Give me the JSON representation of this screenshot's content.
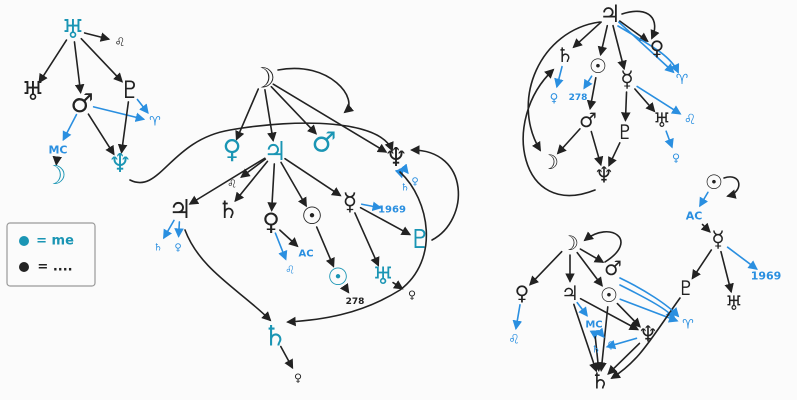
{
  "colors": {
    "ink": "#222222",
    "me": "#1a95b4",
    "blue": "#2a8fe0"
  },
  "legend": {
    "me_label": "= me",
    "other_label": "= ....",
    "me_color": "#1a95b4",
    "other_color": "#222222"
  },
  "nodes": [
    {
      "id": "a1",
      "glyph": "♅",
      "color": "me",
      "size": 26
    },
    {
      "id": "a2",
      "glyph": "♌",
      "color": "ink",
      "size": 12
    },
    {
      "id": "a3",
      "glyph": "♅",
      "color": "ink",
      "size": 26
    },
    {
      "id": "a4",
      "glyph": "♂",
      "color": "ink",
      "size": 26
    },
    {
      "id": "a5",
      "glyph": "♇",
      "color": "ink",
      "size": 24
    },
    {
      "id": "a6",
      "glyph": "MC",
      "color": "blue",
      "size": 11,
      "kind": "label"
    },
    {
      "id": "a7",
      "glyph": "☽",
      "color": "me",
      "size": 26
    },
    {
      "id": "a8",
      "glyph": "♆",
      "color": "me",
      "size": 26
    },
    {
      "id": "a9",
      "glyph": "♈",
      "color": "blue",
      "size": 13
    },
    {
      "id": "b1",
      "glyph": "☽",
      "color": "ink",
      "size": 28
    },
    {
      "id": "b2",
      "glyph": "♀",
      "color": "me",
      "size": 26
    },
    {
      "id": "b3",
      "glyph": "♃",
      "color": "me",
      "size": 26
    },
    {
      "id": "b4",
      "glyph": "♂",
      "color": "me",
      "size": 28
    },
    {
      "id": "b5",
      "glyph": "♆",
      "color": "ink",
      "size": 26
    },
    {
      "id": "b6",
      "glyph": "♌",
      "color": "ink",
      "size": 11
    },
    {
      "id": "b7",
      "glyph": "♃",
      "color": "ink",
      "size": 26
    },
    {
      "id": "b8",
      "glyph": "♄",
      "color": "ink",
      "size": 24
    },
    {
      "id": "b9",
      "glyph": "♀",
      "color": "ink",
      "size": 24
    },
    {
      "id": "b10",
      "glyph": "☉",
      "color": "ink",
      "size": 24
    },
    {
      "id": "b11",
      "glyph": "☿",
      "color": "ink",
      "size": 24
    },
    {
      "id": "b12",
      "glyph": "1969",
      "color": "blue",
      "size": 10,
      "kind": "label"
    },
    {
      "id": "b13",
      "glyph": "♄",
      "color": "blue",
      "size": 10
    },
    {
      "id": "b14",
      "glyph": "♀",
      "color": "blue",
      "size": 10
    },
    {
      "id": "b15",
      "glyph": "♄",
      "color": "blue",
      "size": 10
    },
    {
      "id": "b16",
      "glyph": "♀",
      "color": "blue",
      "size": 10
    },
    {
      "id": "b17",
      "glyph": "♌",
      "color": "blue",
      "size": 11
    },
    {
      "id": "b18",
      "glyph": "AC",
      "color": "blue",
      "size": 10,
      "kind": "label"
    },
    {
      "id": "b19",
      "glyph": "♇",
      "color": "me",
      "size": 26
    },
    {
      "id": "b20",
      "glyph": "☉",
      "color": "me",
      "size": 24
    },
    {
      "id": "b21",
      "glyph": "♅",
      "color": "me",
      "size": 24
    },
    {
      "id": "b22",
      "glyph": "278",
      "color": "ink",
      "size": 9,
      "kind": "label"
    },
    {
      "id": "b23",
      "glyph": "♀",
      "color": "ink",
      "size": 11
    },
    {
      "id": "b24",
      "glyph": "♄",
      "color": "me",
      "size": 28
    },
    {
      "id": "b25",
      "glyph": "♀",
      "color": "ink",
      "size": 11
    },
    {
      "id": "c1",
      "glyph": "♃",
      "color": "ink",
      "size": 24
    },
    {
      "id": "c2",
      "glyph": "♄",
      "color": "ink",
      "size": 20
    },
    {
      "id": "c3",
      "glyph": "☉",
      "color": "ink",
      "size": 20
    },
    {
      "id": "c4",
      "glyph": "☿",
      "color": "ink",
      "size": 22
    },
    {
      "id": "c5",
      "glyph": "♀",
      "color": "ink",
      "size": 20
    },
    {
      "id": "c6",
      "glyph": "♀",
      "color": "blue",
      "size": 12
    },
    {
      "id": "c7",
      "glyph": "278",
      "color": "blue",
      "size": 9,
      "kind": "label"
    },
    {
      "id": "c8",
      "glyph": "♈",
      "color": "blue",
      "size": 14
    },
    {
      "id": "c9",
      "glyph": "♂",
      "color": "ink",
      "size": 20
    },
    {
      "id": "c10",
      "glyph": "♇",
      "color": "ink",
      "size": 20
    },
    {
      "id": "c11",
      "glyph": "♅",
      "color": "ink",
      "size": 20
    },
    {
      "id": "c12",
      "glyph": "♌",
      "color": "blue",
      "size": 14
    },
    {
      "id": "c13",
      "glyph": "☽",
      "color": "ink",
      "size": 20
    },
    {
      "id": "c14",
      "glyph": "♆",
      "color": "ink",
      "size": 22
    },
    {
      "id": "c15",
      "glyph": "♀",
      "color": "blue",
      "size": 11
    },
    {
      "id": "d1",
      "glyph": "☉",
      "color": "ink",
      "size": 20
    },
    {
      "id": "d2",
      "glyph": "AC",
      "color": "blue",
      "size": 11,
      "kind": "label"
    },
    {
      "id": "d3",
      "glyph": "☿",
      "color": "ink",
      "size": 22
    },
    {
      "id": "d4",
      "glyph": "1969",
      "color": "blue",
      "size": 11,
      "kind": "label"
    },
    {
      "id": "d5",
      "glyph": "♅",
      "color": "ink",
      "size": 20
    },
    {
      "id": "d6",
      "glyph": "♇",
      "color": "ink",
      "size": 20
    },
    {
      "id": "e1",
      "glyph": "☽",
      "color": "ink",
      "size": 20
    },
    {
      "id": "e2",
      "glyph": "♂",
      "color": "ink",
      "size": 20
    },
    {
      "id": "e3",
      "glyph": "♀",
      "color": "ink",
      "size": 20
    },
    {
      "id": "e4",
      "glyph": "♃",
      "color": "ink",
      "size": 20
    },
    {
      "id": "e5",
      "glyph": "☉",
      "color": "ink",
      "size": 20
    },
    {
      "id": "e6",
      "glyph": "MC",
      "color": "blue",
      "size": 10,
      "kind": "label"
    },
    {
      "id": "e7",
      "glyph": "♈",
      "color": "blue",
      "size": 13
    },
    {
      "id": "e8",
      "glyph": "♌",
      "color": "blue",
      "size": 13
    },
    {
      "id": "e9",
      "glyph": "♆",
      "color": "ink",
      "size": 22
    },
    {
      "id": "e10",
      "glyph": "♄",
      "color": "blue",
      "size": 10
    },
    {
      "id": "e11",
      "glyph": "♀",
      "color": "blue",
      "size": 10
    },
    {
      "id": "e12",
      "glyph": "♄",
      "color": "ink",
      "size": 22
    }
  ],
  "edges": [
    [
      "a1",
      "a2",
      "ink"
    ],
    [
      "a1",
      "a3",
      "ink"
    ],
    [
      "a1",
      "a4",
      "ink"
    ],
    [
      "a1",
      "a5",
      "ink"
    ],
    [
      "a4",
      "a6",
      "blue"
    ],
    [
      "a6",
      "a7",
      "ink"
    ],
    [
      "a4",
      "a8",
      "ink"
    ],
    [
      "a4",
      "a9",
      "blue"
    ],
    [
      "a5",
      "a8",
      "ink"
    ],
    [
      "a5",
      "a9",
      "blue"
    ],
    [
      "b1",
      "b2",
      "ink"
    ],
    [
      "b1",
      "b3",
      "ink"
    ],
    [
      "b1",
      "b4",
      "ink"
    ],
    [
      "b1",
      "b5",
      "ink"
    ],
    [
      "b3",
      "b6",
      "ink"
    ],
    [
      "b3",
      "b7",
      "ink"
    ],
    [
      "b3",
      "b8",
      "ink"
    ],
    [
      "b3",
      "b9",
      "ink"
    ],
    [
      "b3",
      "b10",
      "ink"
    ],
    [
      "b3",
      "b11",
      "ink"
    ],
    [
      "b7",
      "b13",
      "blue"
    ],
    [
      "b7",
      "b14",
      "blue"
    ],
    [
      "b5",
      "b15",
      "blue"
    ],
    [
      "b5",
      "b16",
      "blue"
    ],
    [
      "b11",
      "b12",
      "blue"
    ],
    [
      "b11",
      "b19",
      "ink"
    ],
    [
      "b11",
      "b21",
      "ink"
    ],
    [
      "b9",
      "b17",
      "blue"
    ],
    [
      "b9",
      "b18",
      "ink"
    ],
    [
      "b10",
      "b20",
      "ink"
    ],
    [
      "b20",
      "b22",
      "ink"
    ],
    [
      "b21",
      "b23",
      "ink"
    ],
    [
      "b24",
      "b25",
      "ink"
    ],
    [
      "c1",
      "c2",
      "ink"
    ],
    [
      "c1",
      "c3",
      "ink"
    ],
    [
      "c1",
      "c4",
      "ink"
    ],
    [
      "c1",
      "c5",
      "ink"
    ],
    [
      "c1",
      "c8",
      "blue"
    ],
    [
      "c2",
      "c6",
      "blue"
    ],
    [
      "c3",
      "c7",
      "blue"
    ],
    [
      "c3",
      "c9",
      "ink"
    ],
    [
      "c4",
      "c10",
      "ink"
    ],
    [
      "c4",
      "c11",
      "ink"
    ],
    [
      "c4",
      "c12",
      "blue"
    ],
    [
      "c9",
      "c13",
      "ink"
    ],
    [
      "c9",
      "c14",
      "ink"
    ],
    [
      "c10",
      "c14",
      "ink"
    ],
    [
      "c11",
      "c15",
      "blue"
    ],
    [
      "d1",
      "d2",
      "blue"
    ],
    [
      "d2",
      "d3",
      "ink"
    ],
    [
      "d3",
      "d4",
      "blue"
    ],
    [
      "d3",
      "d5",
      "ink"
    ],
    [
      "d3",
      "d6",
      "ink"
    ],
    [
      "e1",
      "e2",
      "ink"
    ],
    [
      "e1",
      "e3",
      "ink"
    ],
    [
      "e1",
      "e4",
      "ink"
    ],
    [
      "e1",
      "e5",
      "ink"
    ],
    [
      "e3",
      "e8",
      "blue"
    ],
    [
      "e4",
      "e6",
      "blue"
    ],
    [
      "e4",
      "e9",
      "ink"
    ],
    [
      "e4",
      "e12",
      "ink"
    ],
    [
      "e5",
      "e7",
      "blue"
    ],
    [
      "e5",
      "e9",
      "ink"
    ],
    [
      "e5",
      "e12",
      "ink"
    ],
    [
      "e6",
      "e10",
      "blue"
    ],
    [
      "e6",
      "e11",
      "blue"
    ],
    [
      "e9",
      "e10",
      "blue"
    ],
    [
      "e9",
      "e12",
      "ink"
    ],
    [
      "e6",
      "e12",
      "ink"
    ]
  ],
  "curves": [
    {
      "id": "cv-a8-b5",
      "color": "ink"
    },
    {
      "id": "cv-b1-b4",
      "color": "ink"
    },
    {
      "id": "cv-b5-b24",
      "color": "ink"
    },
    {
      "id": "cv-b7-b24",
      "color": "ink"
    },
    {
      "id": "cv-b19-b5",
      "color": "ink"
    },
    {
      "id": "cv-c1-c1",
      "color": "ink"
    },
    {
      "id": "cv-c1-c13",
      "color": "ink"
    },
    {
      "id": "cv-c14-c2",
      "color": "ink"
    },
    {
      "id": "cv-c1-c8b",
      "color": "blue"
    },
    {
      "id": "cv-d1-d1",
      "color": "ink"
    },
    {
      "id": "cv-e2-e1",
      "color": "ink"
    },
    {
      "id": "cv-e4-e6",
      "color": "blue"
    },
    {
      "id": "cv-d6-e12",
      "color": "ink"
    },
    {
      "id": "cv-e2-e7",
      "color": "blue"
    }
  ]
}
